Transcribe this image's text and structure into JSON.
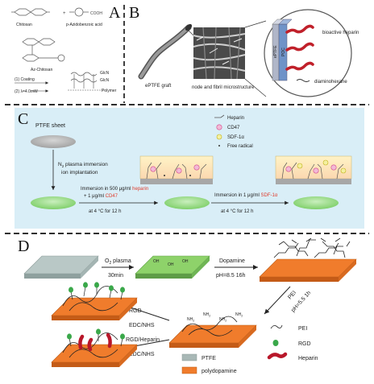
{
  "panels": {
    "A": {
      "letter": "A",
      "compounds": [
        "Chitosan",
        "p-Azidobenzoic acid",
        "Az-Chitosan"
      ],
      "steps": [
        "(1) Coating",
        "(2) λ=4.0mW"
      ],
      "labels": [
        "GlcN",
        "GlcN",
        "Polymer"
      ]
    },
    "B": {
      "letter": "B",
      "graft_label": "ePTFE graft",
      "micro_label": "node and fibril microstructure",
      "layer_labels": [
        "ePTFE",
        "POC"
      ],
      "bioactive_label": "bioactive heparin",
      "diamine_label": "diaminohexane"
    },
    "C": {
      "letter": "C",
      "sheet_label": "PTFE sheet",
      "plasma_line1": "N",
      "plasma_sub": "2",
      "plasma_line1_rest": " plasma immersion",
      "plasma_line2": "ion implantation",
      "step1_line1_pre": "Immersion in 500 μg/ml ",
      "step1_line1_hl": "heparin",
      "step1_line2_pre": "+ 1 μg/ml ",
      "step1_line2_hl": "CD47",
      "step1_line3": "at 4 °C for 12 h",
      "step2_line1_pre": "Immersion in 1 μg/ml ",
      "step2_line1_hl": "SDF-1α",
      "step2_line2": "at 4 °C for 12 h",
      "legend": [
        "Heparin",
        "CD47",
        "SDF-1α",
        "Free radical"
      ]
    },
    "D": {
      "letter": "D",
      "o2_pre": "O",
      "o2_sub": "2",
      "o2_post": " plasma",
      "o2_time": "30min",
      "dopamine": "Dopamine",
      "dopamine_cond": "pH=8.5 16h",
      "pei_label": "PEI",
      "pei_cond": "pH=5.5 1h",
      "rgd_label": "RGD",
      "edc1": "EDC/NHS",
      "rgd_hep_label": "RGD/Heparin",
      "edc2": "EDC/NHS",
      "oh": "OH",
      "nh2": "NH",
      "nh2_sub": "2",
      "legend": [
        "PEI",
        "RGD",
        "PTFE",
        "polydopamine",
        "Heparin"
      ]
    }
  },
  "colors": {
    "ptfe": "#a8b8b6",
    "green_layer": "#8ed26a",
    "polydopamine": "#f07c2c",
    "panel_c_bg": "#d9eef7",
    "highlight_red": "#e03a2a",
    "rgd_green": "#3aa84a",
    "heparin_red": "#b8172a"
  }
}
